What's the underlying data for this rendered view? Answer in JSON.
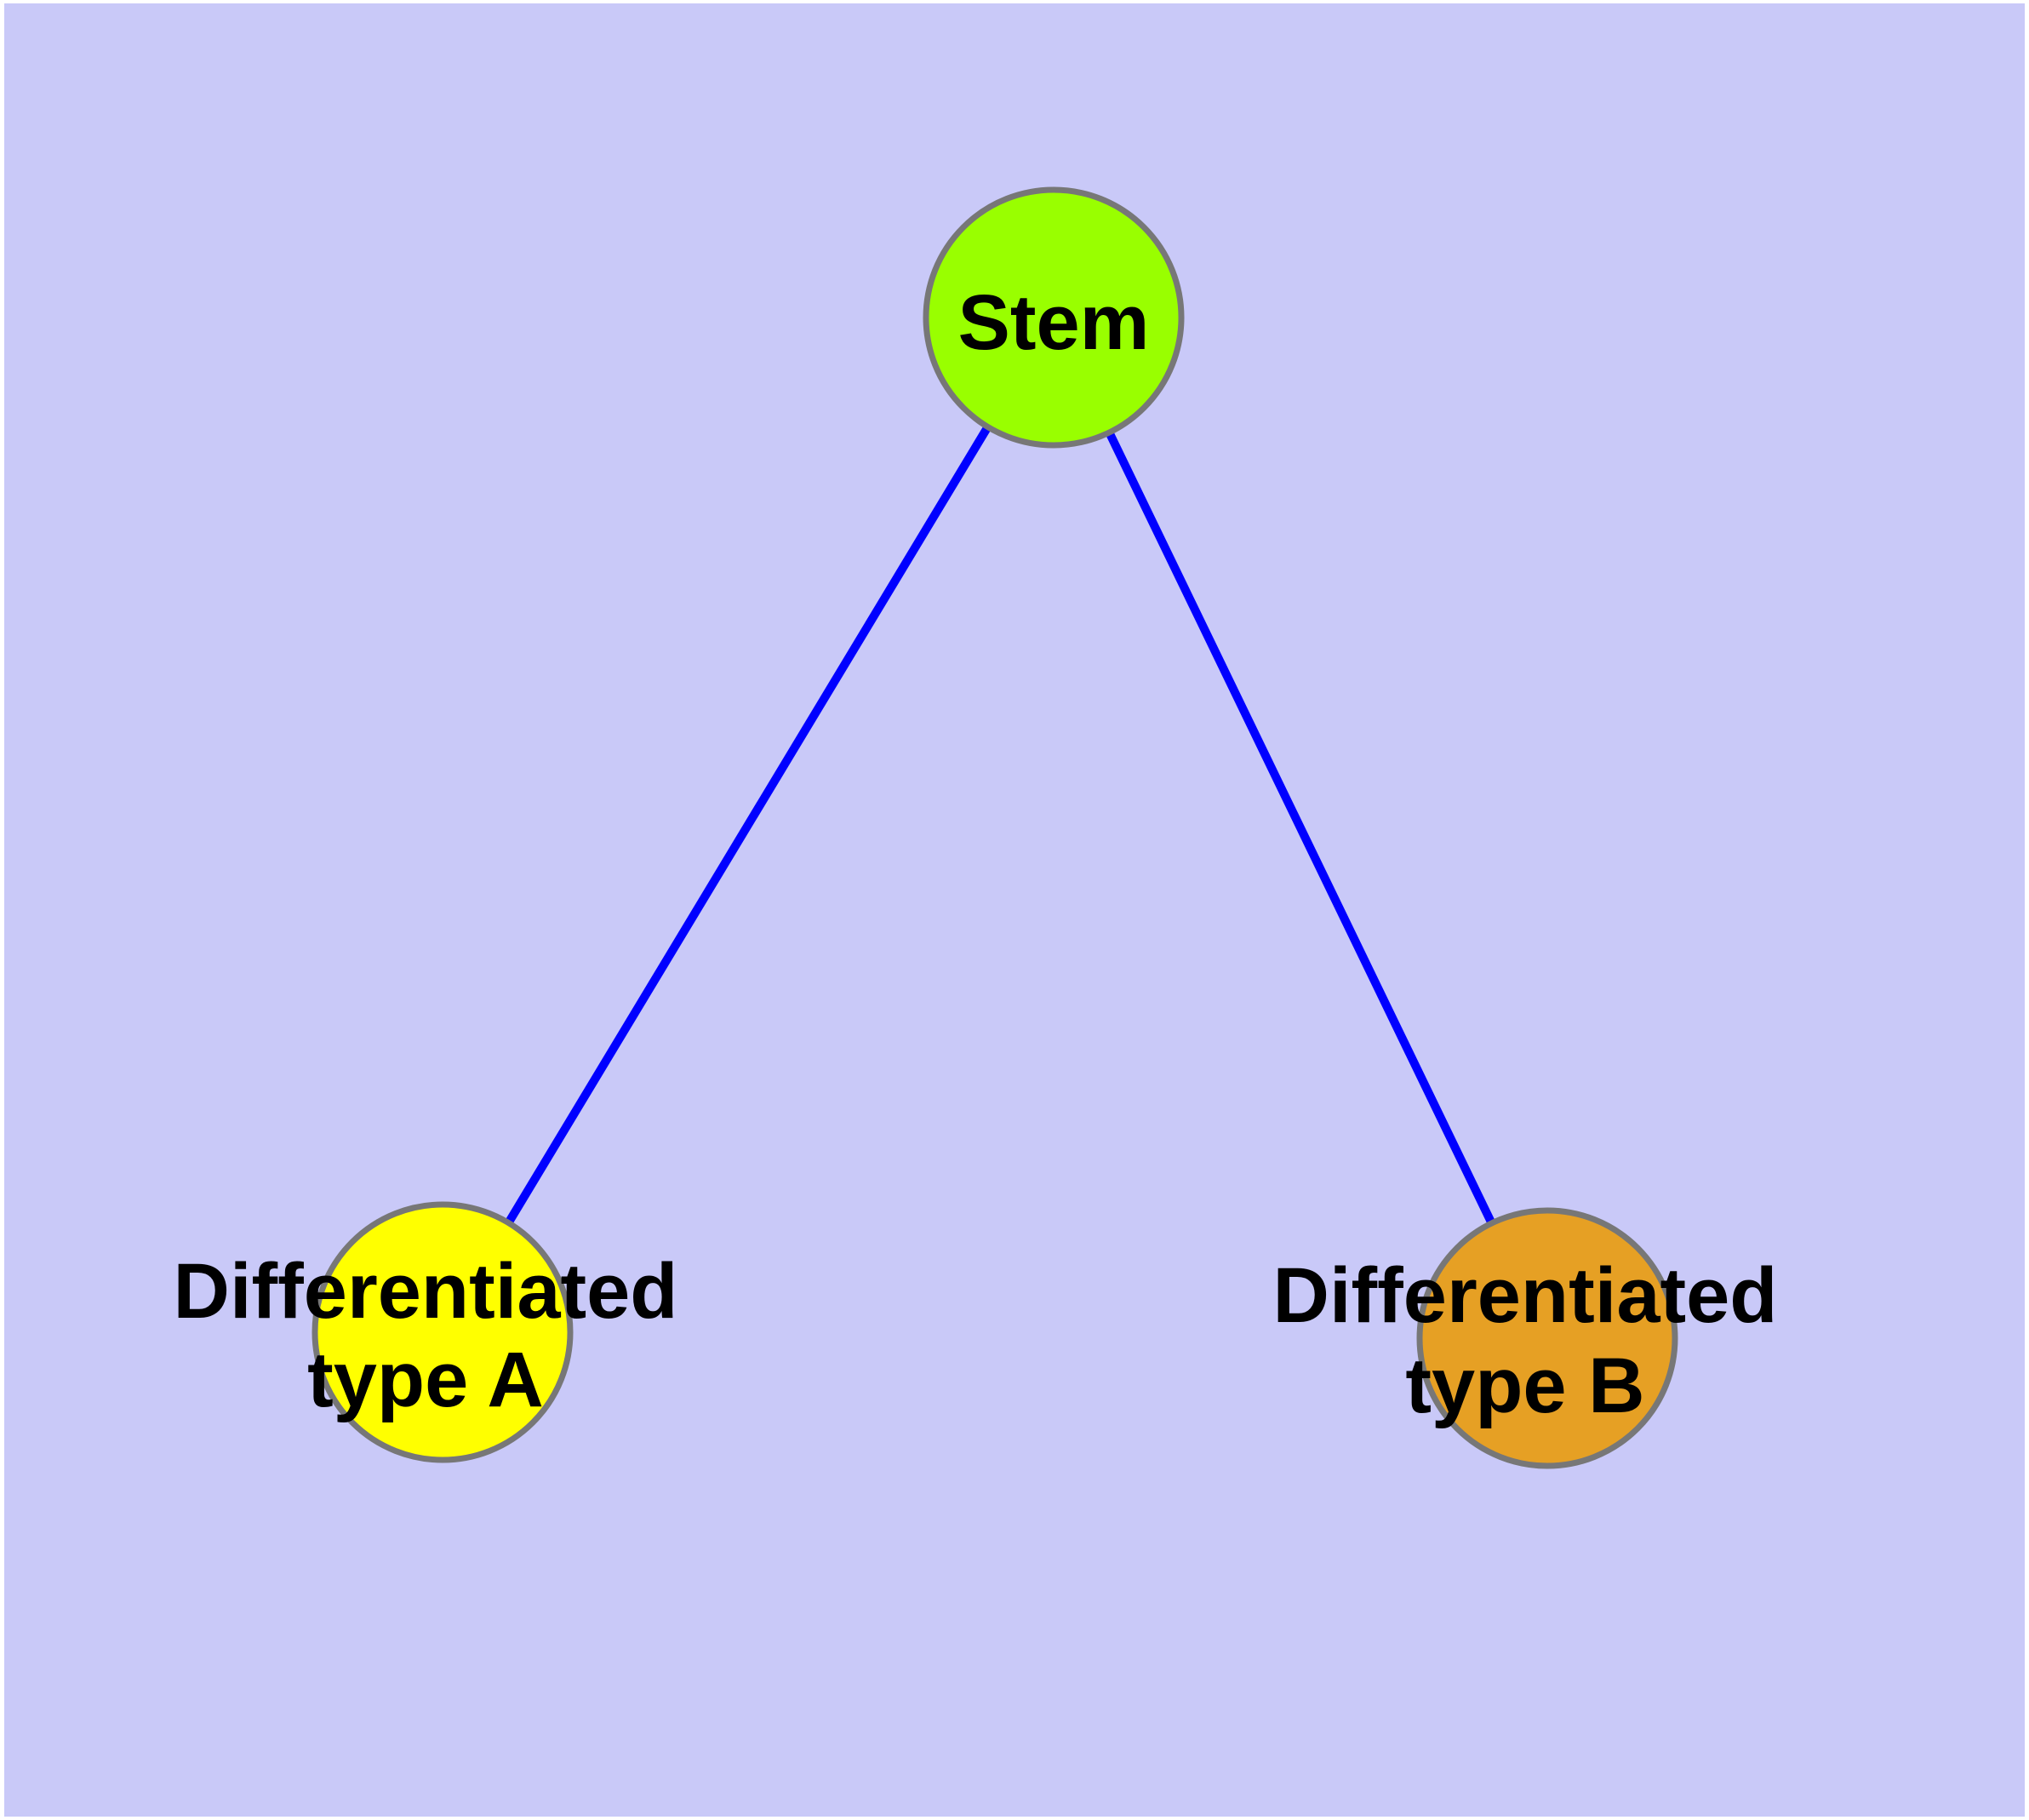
{
  "diagram": {
    "type": "node-link-graph",
    "background_color": "#C9C9F8",
    "page_margin_color": "#FFFFFF",
    "edge_color": "#0000FF",
    "node_border_color": "#777777",
    "text_color": "#000000",
    "nodes": {
      "stem": {
        "label": "Stem",
        "fill": "#99FF00"
      },
      "type_a": {
        "label_line1": "Differentiated",
        "label_line2": "type A",
        "fill": "#FFFF00"
      },
      "type_b": {
        "label_line1": "Differentiated",
        "label_line2": "type B",
        "fill": "#E6A024"
      }
    },
    "edges": [
      {
        "from": "stem",
        "to": "type_a"
      },
      {
        "from": "stem",
        "to": "type_b"
      }
    ]
  }
}
